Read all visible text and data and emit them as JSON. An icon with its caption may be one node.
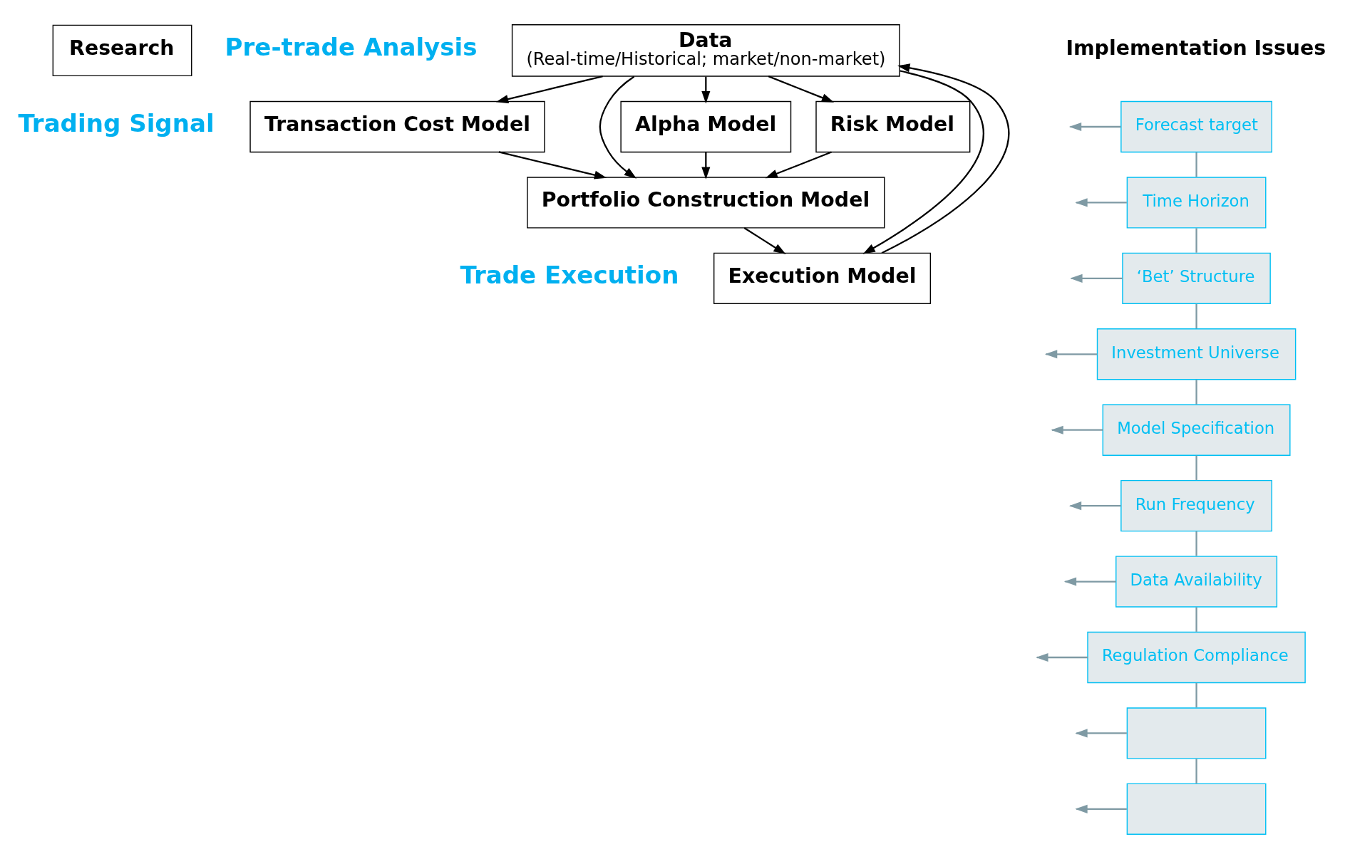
{
  "diagram": {
    "nodes": [
      {
        "text": [
          "Research"
        ]
      },
      {
        "text": [
          "Data",
          "(Real-time/Historical; market/non-market)"
        ]
      },
      {
        "text": [
          "Alpha Model"
        ]
      },
      {
        "text": [
          "Risk Model"
        ]
      },
      {
        "text": [
          "Transaction Cost Model"
        ]
      },
      {
        "text": [
          "Portfolio Construction Model"
        ]
      },
      {
        "text": [
          "Execution Model"
        ]
      },
      {
        "text": [
          "Forecast target"
        ]
      },
      {
        "text": [
          "Time Horizon"
        ]
      },
      {
        "text": [
          "‘Bet’ Structure"
        ]
      },
      {
        "text": [
          "Investment Universe"
        ]
      },
      {
        "text": [
          "Model Specification"
        ]
      },
      {
        "text": [
          "Run Frequency"
        ]
      },
      {
        "text": [
          "Data Availability"
        ]
      },
      {
        "text": [
          "Regulation Compliance"
        ]
      },
      {
        "text": [],
        "shape": "box"
      },
      {
        "text": [],
        "shape": "box"
      }
    ],
    "edges": [
      {
        "from": 1,
        "to": 2,
        "arrow": "to",
        "color": "#000000"
      },
      {
        "from": 1,
        "to": 3,
        "arrow": "to",
        "color": "#000000"
      },
      {
        "from": 1,
        "to": 4,
        "arrow": "to",
        "color": "#000000"
      },
      {
        "from": 2,
        "to": 5,
        "arrow": "to",
        "color": "#000000"
      },
      {
        "from": 3,
        "to": 5,
        "arrow": "to",
        "color": "#000000"
      },
      {
        "from": 4,
        "to": 5,
        "arrow": "to",
        "color": "#000000"
      },
      {
        "from": 1,
        "to": 5,
        "arrow": "to",
        "color": "#000000"
      },
      {
        "from": 1,
        "to": 6,
        "arrow": "to",
        "color": "#000000"
      },
      {
        "from": 5,
        "to": 6,
        "arrow": "to",
        "color": "#000000"
      },
      {
        "from": 6,
        "to": 1,
        "arrow": "to",
        "color": "#000000"
      },
      {
        "from": 7,
        "to": 8,
        "arrow": "none",
        "color": "#7f9aa4"
      },
      {
        "from": 8,
        "to": 9,
        "arrow": "none",
        "color": "#7f9aa4"
      },
      {
        "from": 9,
        "to": 10,
        "arrow": "none",
        "color": "#7f9aa4"
      },
      {
        "from": 10,
        "to": 11,
        "arrow": "none",
        "color": "#7f9aa4"
      },
      {
        "from": 11,
        "to": 12,
        "arrow": "none",
        "color": "#7f9aa4"
      },
      {
        "from": 12,
        "to": 13,
        "arrow": "none",
        "color": "#7f9aa4"
      },
      {
        "from": 13,
        "to": 14,
        "arrow": "none",
        "color": "#7f9aa4"
      },
      {
        "from": 14,
        "to": 15,
        "arrow": "none",
        "color": "#7f9aa4"
      },
      {
        "from": 15,
        "to": 16,
        "arrow": "none",
        "color": "#7f9aa4"
      },
      {
        "from": 7,
        "to": null,
        "arrow": "to",
        "color": "#7f9aa4"
      },
      {
        "from": 8,
        "to": null,
        "arrow": "to",
        "color": "#7f9aa4"
      },
      {
        "from": 9,
        "to": null,
        "arrow": "to",
        "color": "#7f9aa4"
      },
      {
        "from": 10,
        "to": null,
        "arrow": "to",
        "color": "#7f9aa4"
      },
      {
        "from": 11,
        "to": null,
        "arrow": "to",
        "color": "#7f9aa4"
      },
      {
        "from": 12,
        "to": null,
        "arrow": "to",
        "color": "#7f9aa4"
      },
      {
        "from": 13,
        "to": null,
        "arrow": "to",
        "color": "#7f9aa4"
      },
      {
        "from": 14,
        "to": null,
        "arrow": "to",
        "color": "#7f9aa4"
      },
      {
        "from": 15,
        "to": null,
        "arrow": "to",
        "color": "#7f9aa4"
      },
      {
        "from": 16,
        "to": null,
        "arrow": "to",
        "color": "#7f9aa4"
      }
    ],
    "labels": [
      "Implementation Issues",
      "Pre-trade Analysis",
      "Trading Signal",
      "Trade Execution"
    ]
  }
}
